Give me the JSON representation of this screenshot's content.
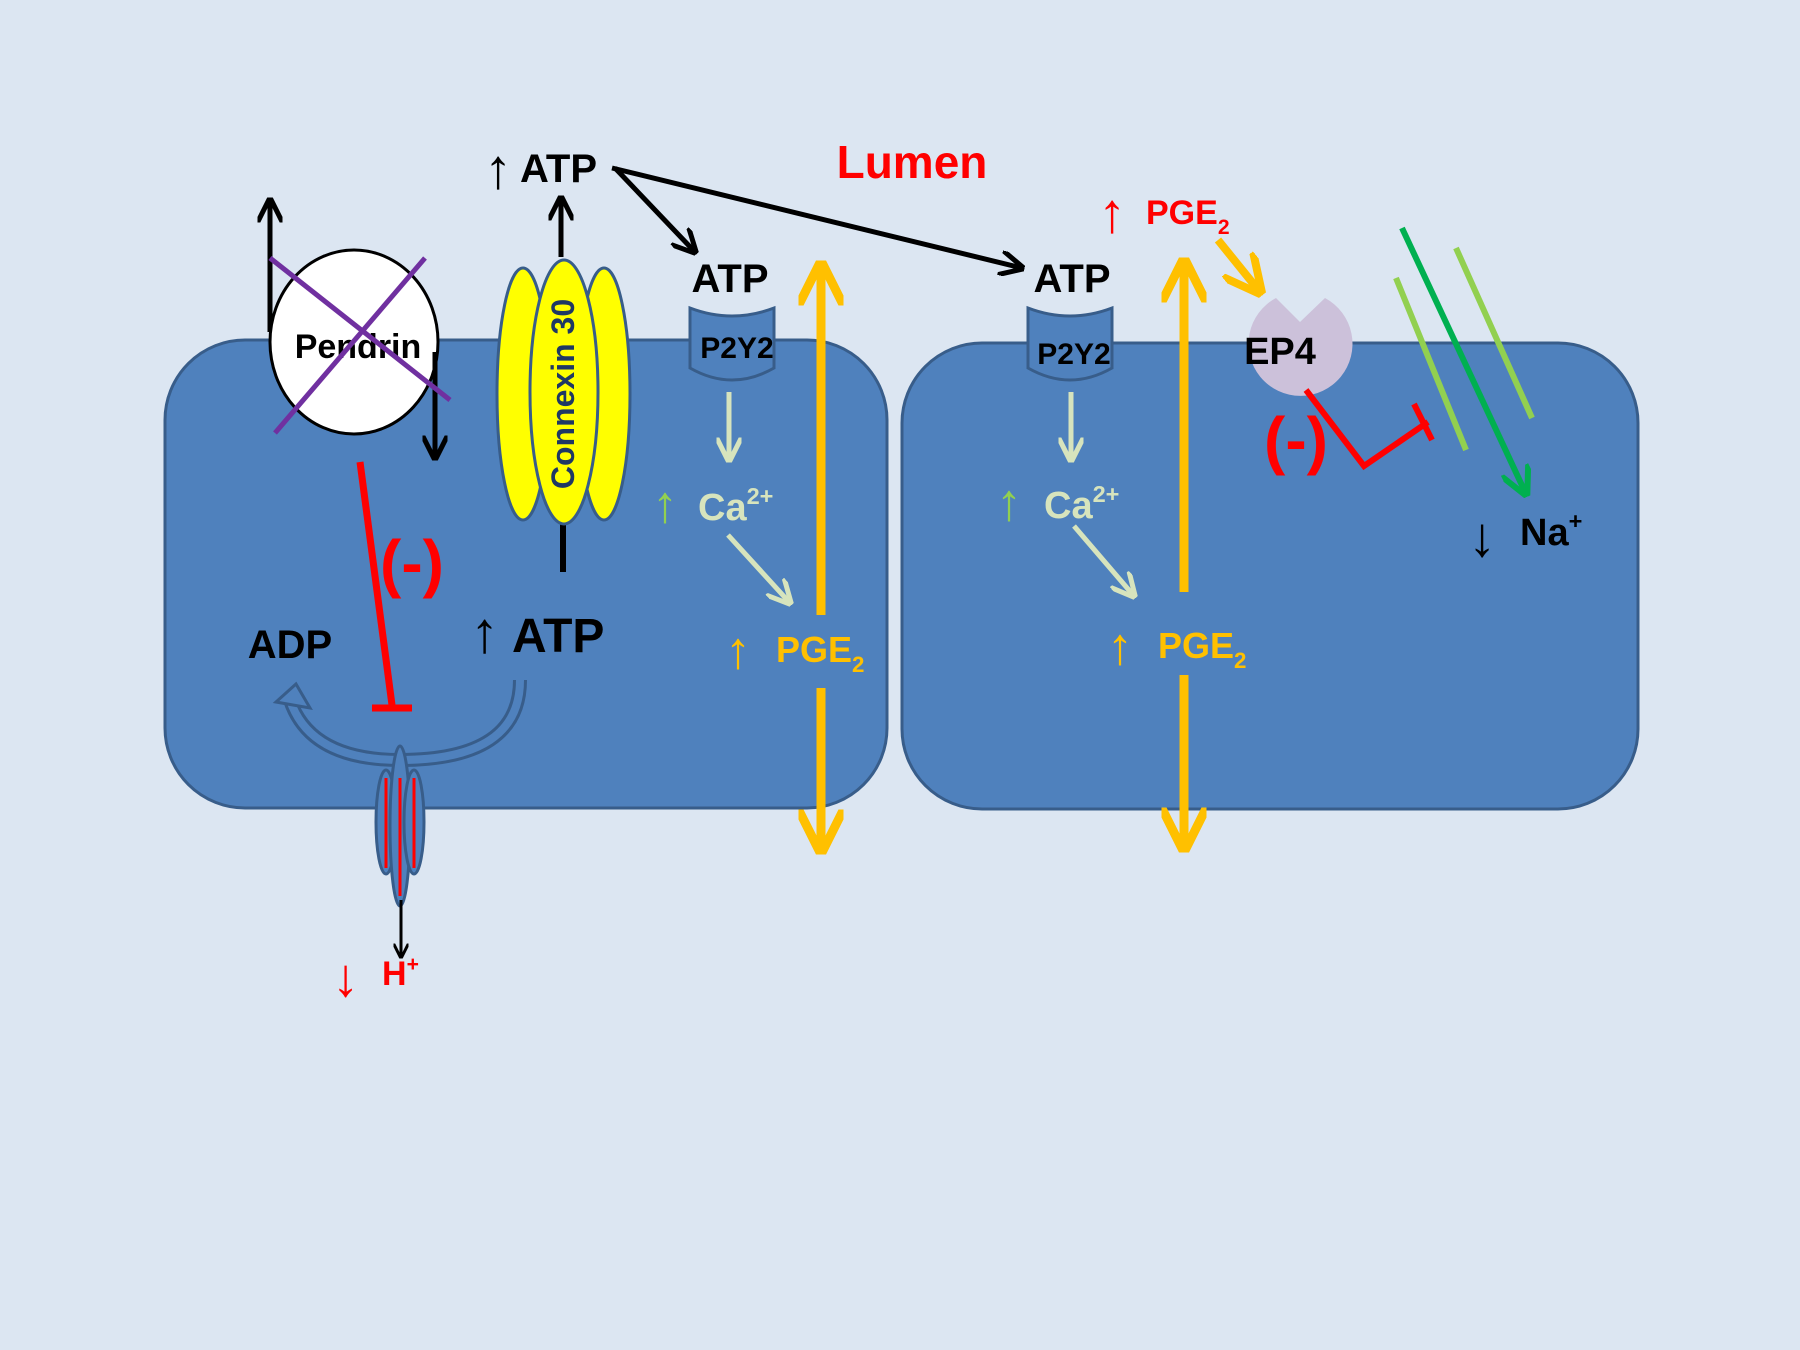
{
  "labels": {
    "lumen": "Lumen",
    "pendrin": "Pendrin",
    "connexin": "Connexin 30",
    "atp": "ATP",
    "adp": "ADP",
    "p2y2": "P2Y2",
    "ca": "Ca",
    "ca_sup": "2+",
    "pge": "PGE",
    "pge_sub": "2",
    "ep4": "EP4",
    "inhibit": "(-)",
    "h": "H",
    "h_sup": "+",
    "na": "Na",
    "na_sup": "+"
  },
  "colors": {
    "background": "#dce6f2",
    "cell": "#4f81bd",
    "cell_border": "#385d8a",
    "black": "#000000",
    "red": "#ff0000",
    "orange": "#ffc000",
    "pale_green": "#d7e4bd",
    "light_green": "#92d050",
    "dark_green": "#00b050",
    "purple": "#7030a0",
    "yellow": "#ffff00",
    "ep4": "#ccc1da"
  }
}
